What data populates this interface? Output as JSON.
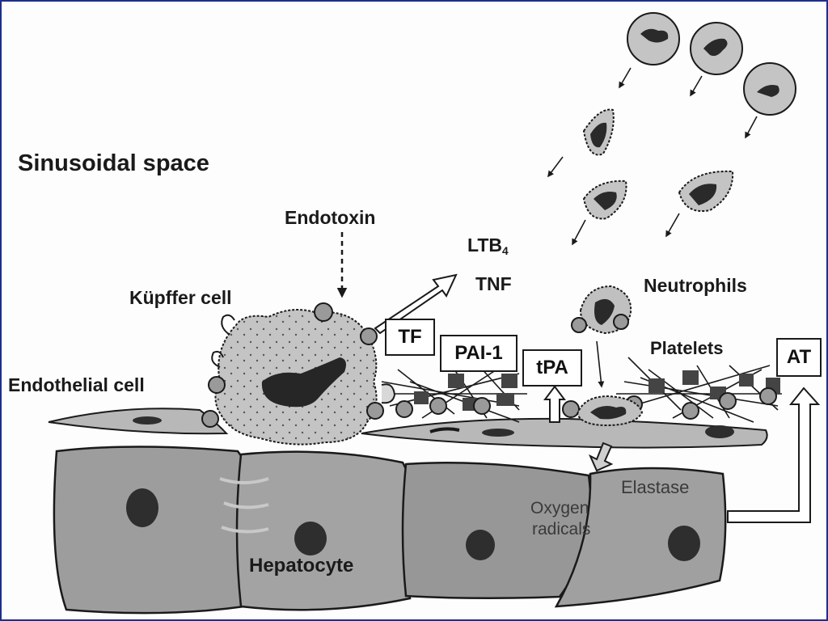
{
  "labels": {
    "sinusoidal_space": "Sinusoidal space",
    "endotoxin": "Endotoxin",
    "kupffer_cell": "Küpffer cell",
    "endothelial_cell": "Endothelial cell",
    "ltb": "LTB",
    "ltb_subscript": "4",
    "tnf": "TNF",
    "neutrophils": "Neutrophils",
    "platelets": "Platelets",
    "hepatocyte": "Hepatocyte",
    "elastase": "Elastase",
    "oxygen": "Oxygen",
    "radicals": "radicals"
  },
  "boxes": {
    "tf": "TF",
    "pai1": "PAI-1",
    "tpa": "tPA",
    "at": "AT"
  },
  "colors": {
    "frame_border": "#1b2f8c",
    "ink": "#1a1a1a",
    "cell_fill": "#bcbcbc",
    "nucleus": "#2e2e2e",
    "hepatocyte_fill": "#9d9d9d"
  }
}
